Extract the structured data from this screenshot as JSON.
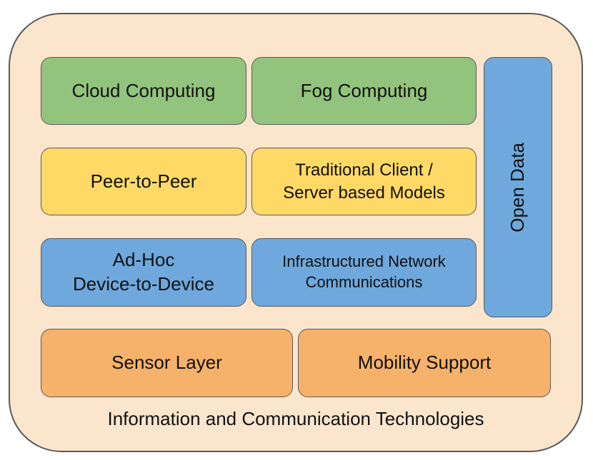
{
  "diagram": {
    "cloud_computing": "Cloud Computing",
    "fog_computing": "Fog Computing",
    "peer_to_peer": "Peer-to-Peer",
    "client_server": "Traditional Client /\nServer based Models",
    "ad_hoc": "Ad-Hoc\nDevice-to-Device",
    "infrastructured": "Infrastructured Network\nCommunications",
    "open_data": "Open Data",
    "sensor_layer": "Sensor Layer",
    "mobility_support": "Mobility Support",
    "footer": "Information and Communication Technologies"
  },
  "colors": {
    "container_fill": "#fce5cd",
    "green": "#93c47d",
    "yellow": "#ffd966",
    "blue": "#6fa8dc",
    "orange": "#f6b26b",
    "border": "#595959"
  }
}
